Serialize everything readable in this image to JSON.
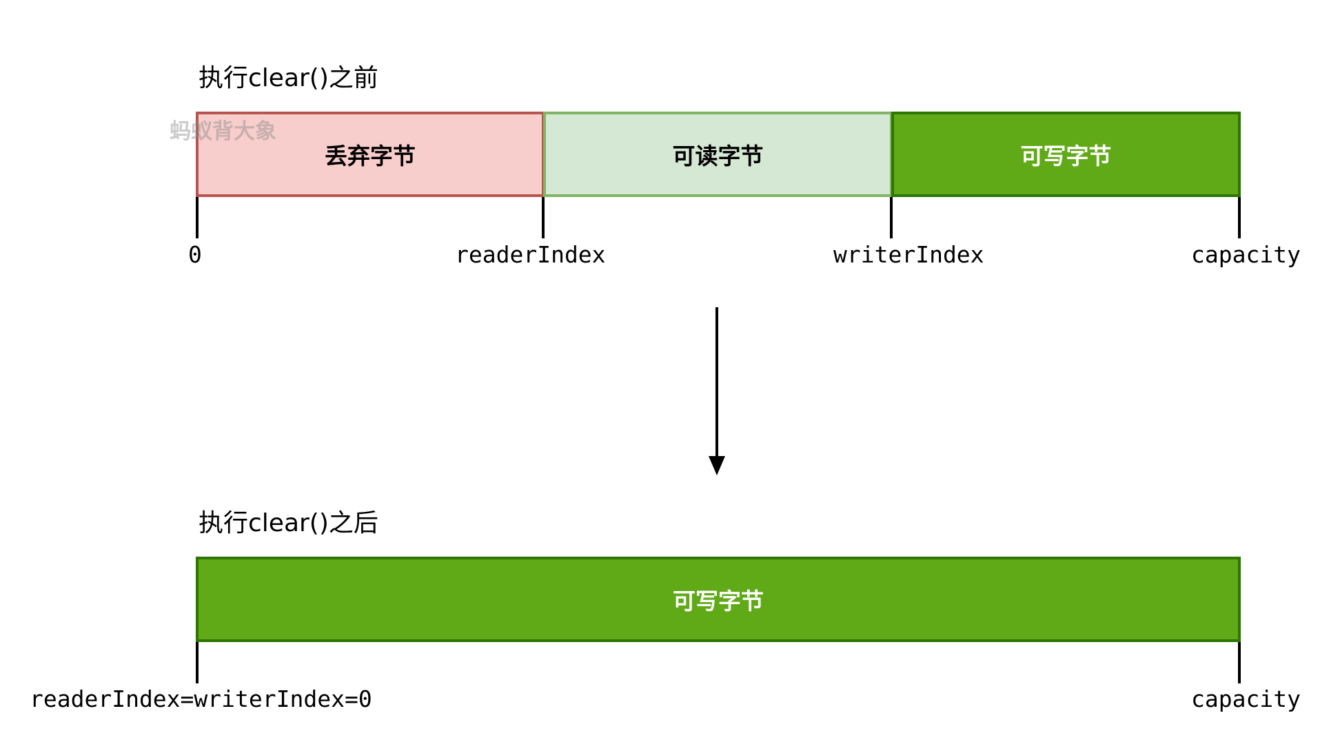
{
  "before": {
    "title": "执行clear()之前",
    "segments": {
      "discarded": "丢弃字节",
      "readable": "可读字节",
      "writable": "可写字节"
    },
    "labels": {
      "zero": "0",
      "reader_index": "readerIndex",
      "writer_index": "writerIndex",
      "capacity": "capacity"
    }
  },
  "after": {
    "title": "执行clear()之后",
    "segments": {
      "writable": "可写字节"
    },
    "labels": {
      "reader_writer_zero": "readerIndex=writerIndex=0",
      "capacity": "capacity"
    }
  },
  "watermark": "蚂蚁背大象",
  "colors": {
    "discarded_fill": "#f8cecc",
    "discarded_stroke": "#b85450",
    "readable_fill": "#d5e8d4",
    "readable_stroke": "#82b366",
    "writable_fill": "#60a917",
    "writable_stroke": "#2d7600"
  }
}
